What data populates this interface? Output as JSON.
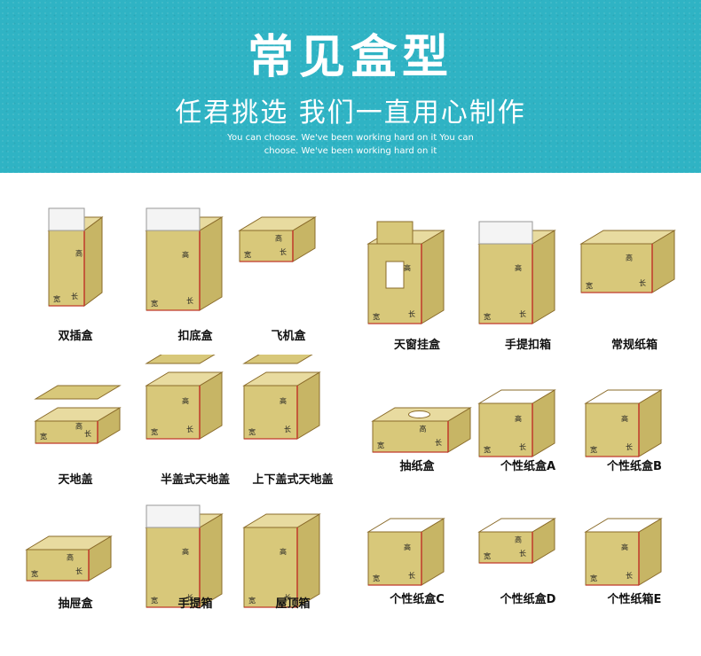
{
  "header": {
    "title": "常见盒型",
    "subtitle": "任君挑选 我们一直用心制作",
    "english": "You can choose. We've been working hard on it You can choose. We've been working hard on it"
  },
  "colors": {
    "banner": "#2fb3c4",
    "box_face": "#d8c87a",
    "box_side": "#c7b565",
    "box_edge": "#8a6b2a",
    "red_line": "#c0392b"
  },
  "dim_labels": {
    "height": "高",
    "width": "宽",
    "length": "长"
  },
  "boxes": [
    {
      "label": "双插盒",
      "icon": "tuck-end-box"
    },
    {
      "label": "扣底盒",
      "icon": "lock-bottom-box"
    },
    {
      "label": "飞机盒",
      "icon": "mailer-box"
    },
    {
      "label": "天窗挂盒",
      "icon": "window-hanging-box"
    },
    {
      "label": "手提扣箱",
      "icon": "handle-lock-box"
    },
    {
      "label": "常规纸箱",
      "icon": "regular-carton"
    },
    {
      "label": "天地盖",
      "icon": "lid-base-box"
    },
    {
      "label": "半盖式天地盖",
      "icon": "half-lid-box"
    },
    {
      "label": "上下盖式天地盖",
      "icon": "top-bottom-lid-box"
    },
    {
      "label": "抽纸盒",
      "icon": "tissue-box"
    },
    {
      "label": "个性纸盒A",
      "icon": "custom-box-a"
    },
    {
      "label": "个性纸盒B",
      "icon": "custom-box-b"
    },
    {
      "label": "抽屉盒",
      "icon": "drawer-box"
    },
    {
      "label": "手提箱",
      "icon": "handle-box"
    },
    {
      "label": "屋顶箱",
      "icon": "gable-roof-box"
    },
    {
      "label": "个性纸盒C",
      "icon": "custom-box-c"
    },
    {
      "label": "个性纸盒D",
      "icon": "custom-box-d"
    },
    {
      "label": "个性纸箱E",
      "icon": "custom-box-e"
    }
  ]
}
